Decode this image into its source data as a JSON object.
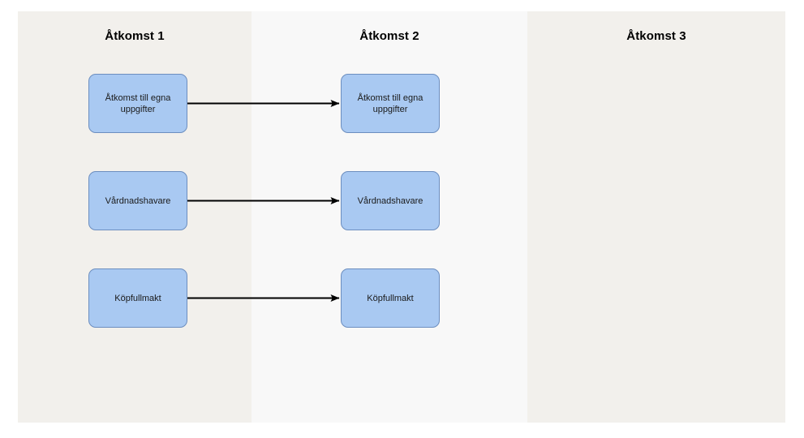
{
  "diagram": {
    "type": "swimlane-flowchart",
    "background_color": "#ffffff",
    "lanes": [
      {
        "id": "lane1",
        "title": "Åtkomst 1",
        "background_color": "#f2f0ec"
      },
      {
        "id": "lane2",
        "title": "Åtkomst 2",
        "background_color": "#f8f8f8"
      },
      {
        "id": "lane3",
        "title": "Åtkomst 3",
        "background_color": "#f2f0ec"
      }
    ],
    "node_style": {
      "fill_color": "#a9c9f2",
      "border_color": "#6c8ebf",
      "text_color": "#1a1a1a"
    },
    "edge_style": {
      "line_color": "#000000",
      "arrowhead": "filled-triangle"
    },
    "nodes": [
      {
        "id": "a1",
        "lane": "lane1",
        "row": 1,
        "label": "Åtkomst till egna\nuppgifter"
      },
      {
        "id": "a2",
        "lane": "lane2",
        "row": 1,
        "label": "Åtkomst till egna\nuppgifter"
      },
      {
        "id": "b1",
        "lane": "lane1",
        "row": 2,
        "label": "Vårdnadshavare"
      },
      {
        "id": "b2",
        "lane": "lane2",
        "row": 2,
        "label": "Vårdnadshavare"
      },
      {
        "id": "c1",
        "lane": "lane1",
        "row": 3,
        "label": "Köpfullmakt"
      },
      {
        "id": "c2",
        "lane": "lane2",
        "row": 3,
        "label": "Köpfullmakt"
      }
    ],
    "edges": [
      {
        "from": "a1",
        "to": "a2"
      },
      {
        "from": "b1",
        "to": "b2"
      },
      {
        "from": "c1",
        "to": "c2"
      }
    ]
  }
}
